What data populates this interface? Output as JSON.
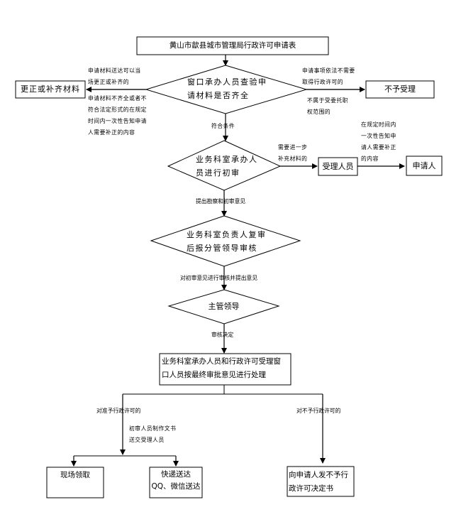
{
  "title": "黄山市歙县城市管理局行政许可申请表",
  "nodes": {
    "start": "黄山市歙县城市管理局行政许可申请表",
    "window_check": [
      "窗口承办人员查验申",
      "请材料是否齐全"
    ],
    "correct_materials": "更正或补齐材料",
    "not_accepted": "不予受理",
    "initial_review": [
      "业务科室承办人",
      "员进行初审"
    ],
    "receiver": "受理人员",
    "applicant": "申请人",
    "re_review": [
      "业务科室负责人复审",
      "后报分管领导审核"
    ],
    "leader": "主管领导",
    "final_process": [
      "业务科室承办人员和行政许可受理窗",
      "口人员按最终审批意见进行处理"
    ],
    "onsite_pickup": "现场领取",
    "express_delivery": [
      "快递送达",
      "QQ、微信送达"
    ],
    "rejection_notice": [
      "向申请人发不予行",
      "政许可决定书"
    ]
  },
  "edges": {
    "to_correct_top": [
      "申请材料送达可以当",
      "场更正或补齐的"
    ],
    "to_correct_bottom": [
      "申请材料不齐全或者不",
      "符合法定形式的在规定",
      "时间内一次性告知申请",
      "人需要补正的内容"
    ],
    "to_reject_top": [
      "申请事项依法不需要",
      "取得行政许可的"
    ],
    "to_reject_bottom": [
      "不属于受委托职",
      "权范围的"
    ],
    "meets_conditions": "符合条件",
    "need_supplement": [
      "需要进一步",
      "补充材料的"
    ],
    "notify_applicant": [
      "在规定时间内",
      "一次性告知申",
      "请人需要补正",
      "的内容"
    ],
    "survey_opinion": "提出勘察和初审意见",
    "review_opinion": "对初审意见进行审核并提出意见",
    "review_decision": "审核决定",
    "grant_permit": "对准予行政许可的",
    "make_document": [
      "初审人员制作文书",
      "送交受理人员"
    ],
    "deny_permit": "对不予行政许可的"
  }
}
